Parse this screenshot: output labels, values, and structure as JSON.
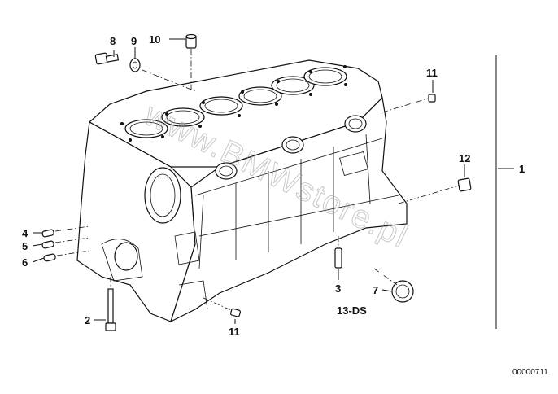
{
  "diagram": {
    "callouts": [
      {
        "id": "c8",
        "text": "8"
      },
      {
        "id": "c9",
        "text": "9"
      },
      {
        "id": "c10",
        "text": "10"
      },
      {
        "id": "c11a",
        "text": "11"
      },
      {
        "id": "c12",
        "text": "12"
      },
      {
        "id": "c1",
        "text": "1"
      },
      {
        "id": "c4",
        "text": "4"
      },
      {
        "id": "c5",
        "text": "5"
      },
      {
        "id": "c6",
        "text": "6"
      },
      {
        "id": "c2",
        "text": "2"
      },
      {
        "id": "c11b",
        "text": "11"
      },
      {
        "id": "c3",
        "text": "3"
      },
      {
        "id": "c7",
        "text": "7"
      }
    ],
    "variant_label": "13-DS",
    "drawing_code": "00000711",
    "watermark": "www.BMWstore.pl"
  }
}
